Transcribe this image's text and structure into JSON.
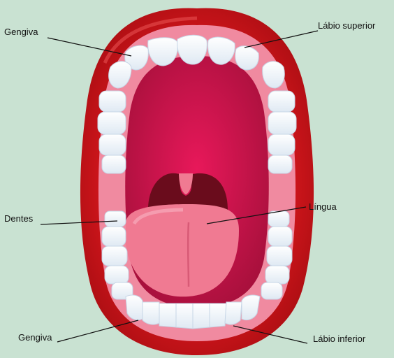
{
  "labels": {
    "gengiva_top": "Gengiva",
    "labio_superior": "Lábio superior",
    "dentes": "Dentes",
    "lingua": "Língua",
    "gengiva_bottom": "Gengiva",
    "labio_inferior": "Lábio inferior"
  },
  "colors": {
    "background": "#c9e2d2",
    "lip": "#d2161c",
    "gum": "#f08aa0",
    "mouth_cavity": "#c5154f",
    "tongue": "#f07a92",
    "tooth": "#ffffff",
    "leader_line": "#111111"
  }
}
